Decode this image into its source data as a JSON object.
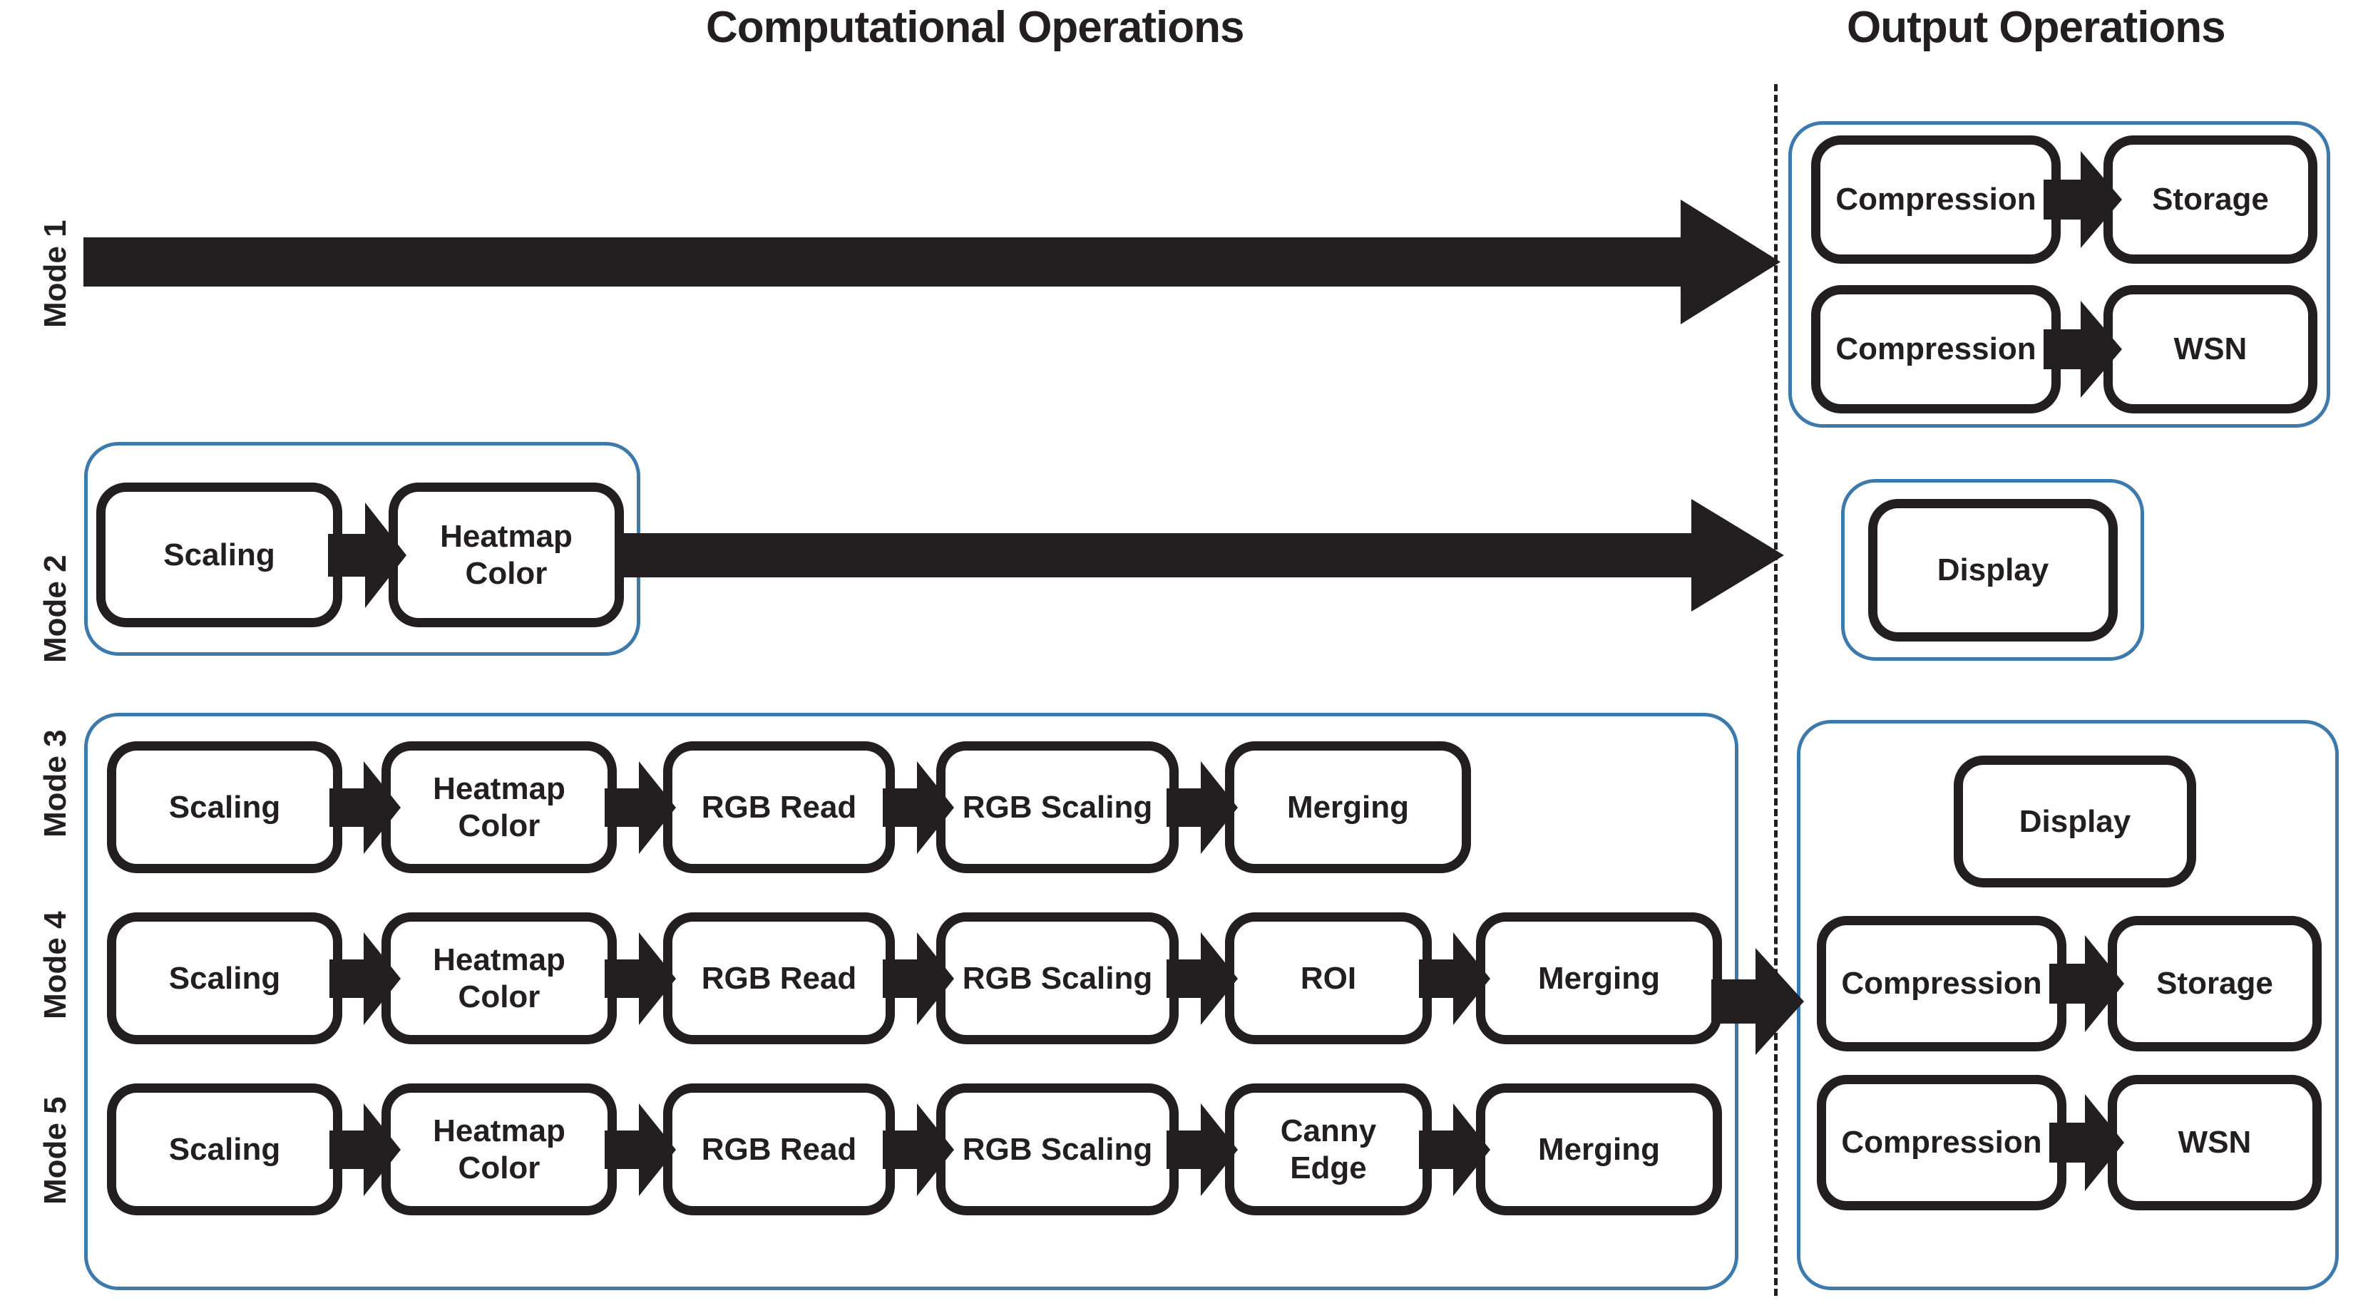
{
  "headings": {
    "computational": "Computational Operations",
    "output": "Output Operations"
  },
  "colors": {
    "group_border": "#3c79ac",
    "box_border": "#231f20",
    "arrow": "#231f20",
    "divider": "#231f20",
    "background": "#ffffff"
  },
  "mode_labels": {
    "mode1": "Mode 1",
    "mode2": "Mode 2",
    "mode3": "Mode 3",
    "mode4": "Mode 4",
    "mode5": "Mode 5"
  },
  "modes": [
    {
      "id": "mode-1",
      "label": "Mode 1",
      "computational_ops": [],
      "has_passthrough_arrow": true,
      "output_ops": [
        {
          "label": "Compression",
          "row": 1
        },
        {
          "label": "Storage",
          "row": 1
        },
        {
          "label": "Compression",
          "row": 2
        },
        {
          "label": "WSN",
          "row": 2
        }
      ]
    },
    {
      "id": "mode-2",
      "label": "Mode 2",
      "computational_ops": [
        {
          "label": "Scaling"
        },
        {
          "label": "Heatmap\nColor"
        }
      ],
      "has_passthrough_arrow": true,
      "output_ops": [
        {
          "label": "Display",
          "row": 1
        }
      ]
    },
    {
      "id": "mode-3",
      "label": "Mode 3",
      "computational_ops": [
        {
          "label": "Scaling"
        },
        {
          "label": "Heatmap\nColor"
        },
        {
          "label": "RGB Read"
        },
        {
          "label": "RGB Scaling"
        },
        {
          "label": "Merging"
        }
      ],
      "has_passthrough_arrow": false,
      "output_ops": []
    },
    {
      "id": "mode-4",
      "label": "Mode 4",
      "computational_ops": [
        {
          "label": "Scaling"
        },
        {
          "label": "Heatmap\nColor"
        },
        {
          "label": "RGB Read"
        },
        {
          "label": "RGB Scaling"
        },
        {
          "label": "ROI"
        },
        {
          "label": "Merging"
        }
      ],
      "has_passthrough_arrow": false,
      "output_ops": []
    },
    {
      "id": "mode-5",
      "label": "Mode 5",
      "computational_ops": [
        {
          "label": "Scaling"
        },
        {
          "label": "Heatmap\nColor"
        },
        {
          "label": "RGB Read"
        },
        {
          "label": "RGB Scaling"
        },
        {
          "label": "Canny Edge"
        },
        {
          "label": "Merging"
        }
      ],
      "has_passthrough_arrow": false,
      "output_ops": []
    }
  ],
  "shared_output_group": {
    "applies_to": "Mode 3, Mode 4, Mode 5",
    "ops": [
      {
        "label": "Display"
      },
      {
        "label": "Compression"
      },
      {
        "label": "Storage"
      },
      {
        "label": "Compression"
      },
      {
        "label": "WSN"
      }
    ]
  },
  "boxes": {
    "m2_scaling": "Scaling",
    "m2_heatmap": "Heatmap\nColor",
    "m1_out_compression_a": "Compression",
    "m1_out_storage": "Storage",
    "m1_out_compression_b": "Compression",
    "m1_out_wsn": "WSN",
    "m2_out_display": "Display",
    "m3_scaling": "Scaling",
    "m3_heatmap": "Heatmap\nColor",
    "m3_rgbread": "RGB Read",
    "m3_rgbscaling": "RGB Scaling",
    "m3_merging": "Merging",
    "m4_scaling": "Scaling",
    "m4_heatmap": "Heatmap\nColor",
    "m4_rgbread": "RGB Read",
    "m4_rgbscaling": "RGB Scaling",
    "m4_roi": "ROI",
    "m4_merging": "Merging",
    "m5_scaling": "Scaling",
    "m5_heatmap": "Heatmap\nColor",
    "m5_rgbread": "RGB Read",
    "m5_rgbscaling": "RGB Scaling",
    "m5_canny": "Canny Edge",
    "m5_merging": "Merging",
    "m345_out_display": "Display",
    "m345_out_compression_a": "Compression",
    "m345_out_storage": "Storage",
    "m345_out_compression_b": "Compression",
    "m345_out_wsn": "WSN"
  }
}
